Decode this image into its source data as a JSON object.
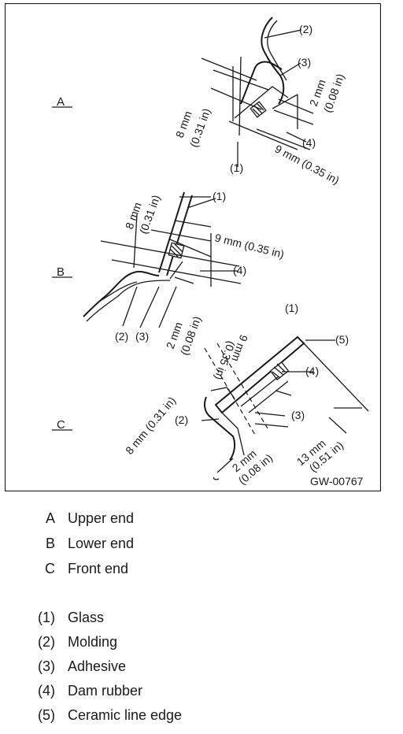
{
  "figure": {
    "code": "GW-00767",
    "sections": [
      "A",
      "B",
      "C"
    ],
    "callouts": [
      "(1)",
      "(2)",
      "(3)",
      "(4)",
      "(5)"
    ],
    "dims": {
      "a_8mm": "8 mm",
      "a_8in": "(0.31 in)",
      "a_2mm": "2 mm",
      "a_2in": "(0.08 in)",
      "a_9": "9 mm (0.35 in)",
      "b_8mm": "8 mm",
      "b_8in": "(0.31 in)",
      "b_9": "9 mm (0.35 in)",
      "b_2mm": "2 mm",
      "b_2in": "(0.08 in)",
      "c_9mm": "9 mm",
      "c_9in": "(0.35 in)",
      "c_8": "8 mm (0.31 in)",
      "c_2mm": "2 mm",
      "c_2in": "(0.08 in)",
      "c_13mm": "13 mm",
      "c_13in": "(0.51 in)"
    }
  },
  "legend": {
    "views": [
      {
        "key": "A",
        "text": "Upper end"
      },
      {
        "key": "B",
        "text": "Lower end"
      },
      {
        "key": "C",
        "text": "Front end"
      }
    ],
    "parts": [
      {
        "key": "(1)",
        "text": "Glass"
      },
      {
        "key": "(2)",
        "text": "Molding"
      },
      {
        "key": "(3)",
        "text": "Adhesive"
      },
      {
        "key": "(4)",
        "text": "Dam rubber"
      },
      {
        "key": "(5)",
        "text": "Ceramic line edge"
      }
    ]
  }
}
